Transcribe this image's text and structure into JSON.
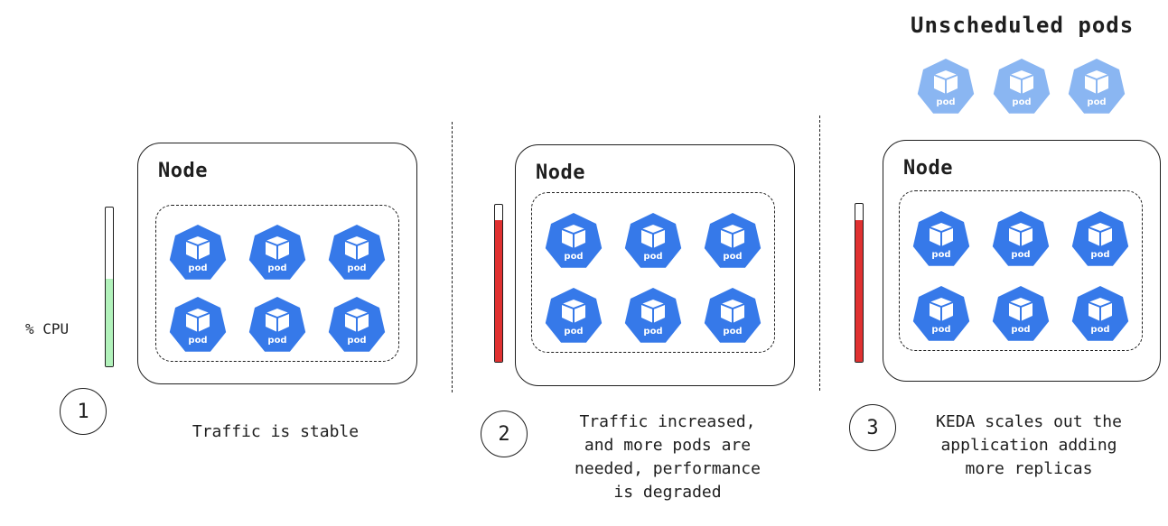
{
  "cpu_label": "% CPU",
  "unscheduled_title": "Unscheduled pods",
  "pod_label": "pod",
  "colors": {
    "pod": "#3679e9",
    "pod_faded": "#6ea4ef",
    "cpu_low": "#b2f2bb",
    "cpu_high": "#e03131"
  },
  "panels": [
    {
      "step": "1",
      "node_title": "Node",
      "cpu_level": 0.55,
      "cpu_color": "#b2f2bb",
      "caption": "Traffic is stable"
    },
    {
      "step": "2",
      "node_title": "Node",
      "cpu_level": 0.9,
      "cpu_color": "#e03131",
      "caption": "Traffic increased,\nand more pods are\nneeded, performance\nis degraded"
    },
    {
      "step": "3",
      "node_title": "Node",
      "cpu_level": 0.9,
      "cpu_color": "#e03131",
      "caption": "KEDA scales out the\napplication adding\nmore replicas"
    }
  ]
}
